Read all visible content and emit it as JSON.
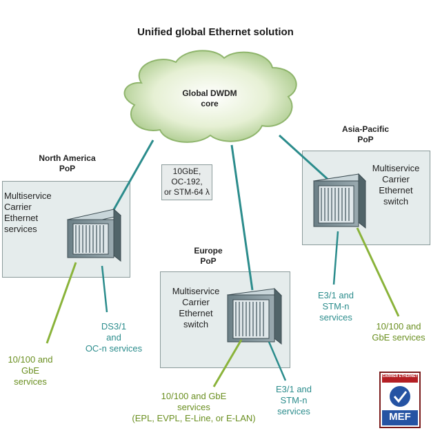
{
  "title": "Unified global Ethernet solution",
  "core": {
    "line1": "Global DWDM",
    "line2": "core"
  },
  "link_box": {
    "line1": "10GbE,",
    "line2": "OC-192,",
    "line3": "or STM-64 λ"
  },
  "north_america": {
    "pop_line1": "North America",
    "pop_line2": "PoP",
    "box_line1": "Multiservice",
    "box_line2": "Carrier",
    "box_line3": "Ethernet",
    "box_line4": "services",
    "green_line1": "10/100 and",
    "green_line2": "GbE",
    "green_line3": "services",
    "teal_line1": "DS3/1",
    "teal_line2": "and",
    "teal_line3": "OC-n services"
  },
  "europe": {
    "pop_line1": "Europe",
    "pop_line2": "PoP",
    "box_line1": "Multiservice",
    "box_line2": "Carrier",
    "box_line3": "Ethernet",
    "box_line4": "switch",
    "green_line1": "10/100 and GbE",
    "green_line2": "services",
    "green_line3": "(EPL, EVPL, E-Line, or E-LAN)",
    "teal_line1": "E3/1 and",
    "teal_line2": "STM-n",
    "teal_line3": "services"
  },
  "asia_pacific": {
    "pop_line1": "Asia-Pacific",
    "pop_line2": "PoP",
    "box_line1": "Multiservice",
    "box_line2": "Carrier",
    "box_line3": "Ethernet",
    "box_line4": "switch",
    "teal_line1": "E3/1 and",
    "teal_line2": "STM-n",
    "teal_line3": "services",
    "green_line1": "10/100 and",
    "green_line2": "GbE services"
  },
  "logo": {
    "top_text": "CARRIER ETHERNET",
    "brand": "MEF"
  },
  "colors": {
    "teal": "#2b8c8c",
    "green": "#6a8f20",
    "cloud": "#cfe3b0",
    "box": "#e5ecec"
  }
}
